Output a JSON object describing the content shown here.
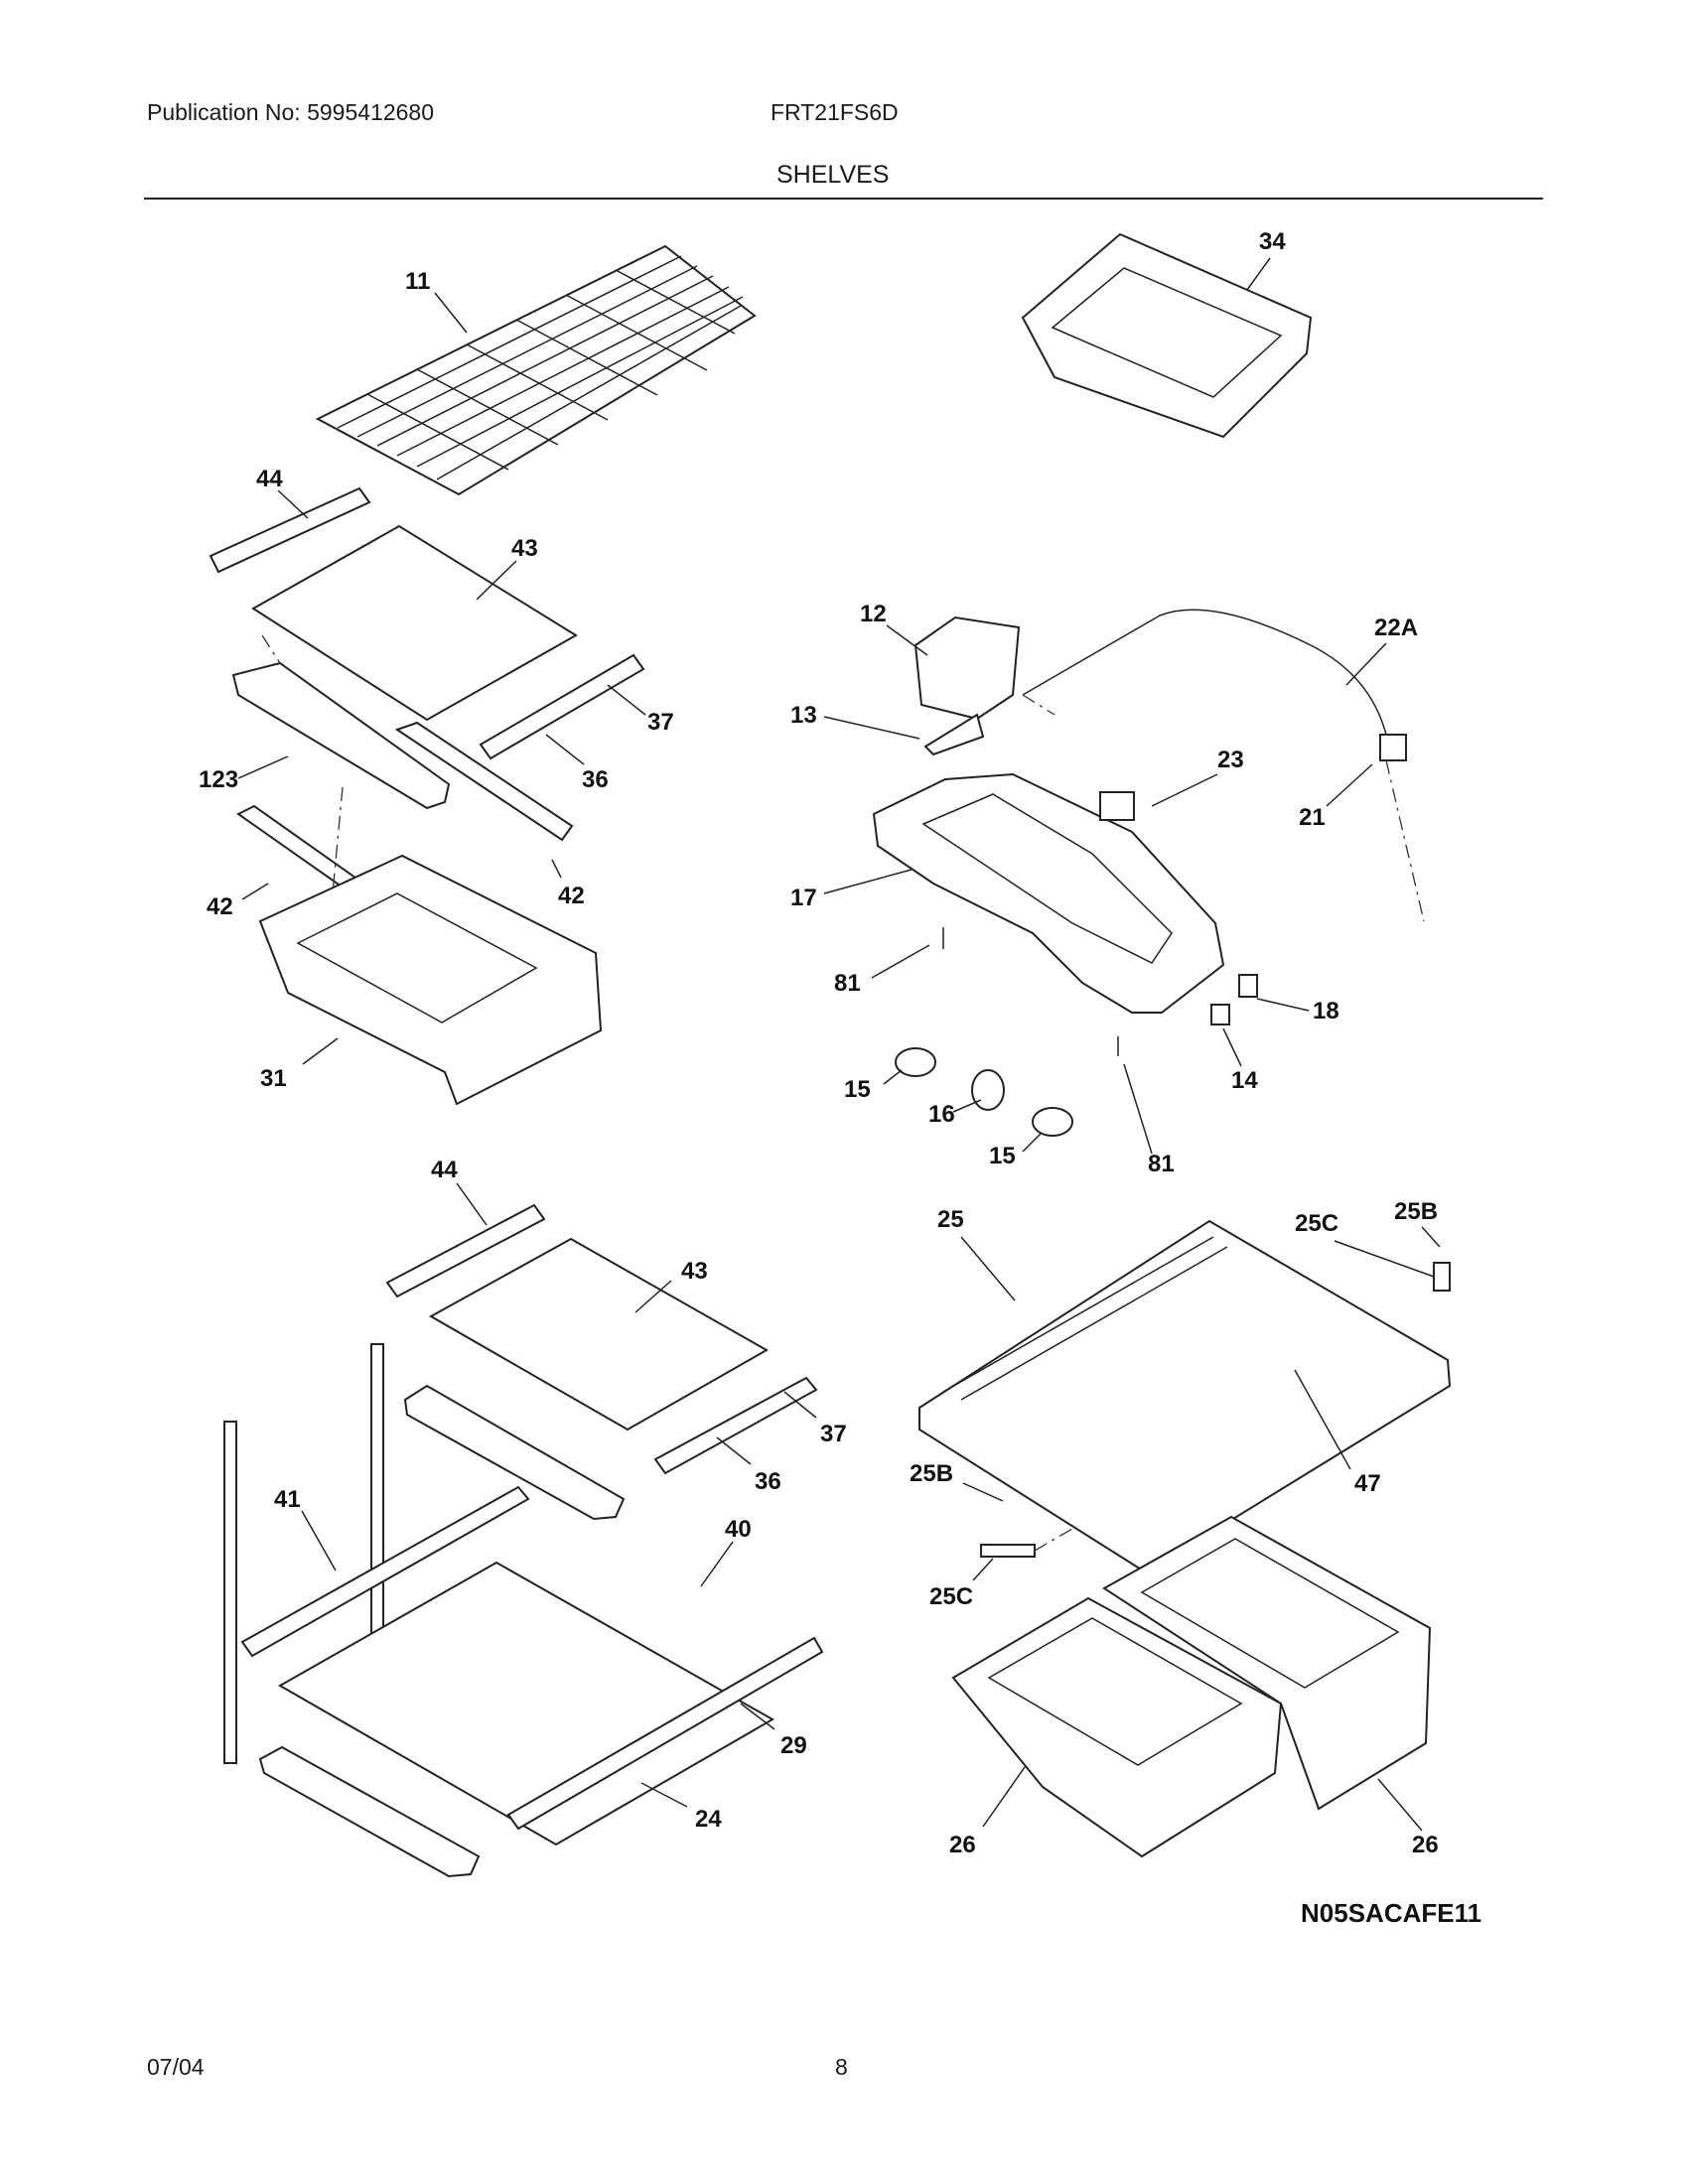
{
  "header": {
    "publication": "Publication No: 5995412680",
    "model": "FRT21FS6D",
    "section_title": "SHELVES"
  },
  "footer": {
    "date": "07/04",
    "page_number": "8"
  },
  "diagram_code": "N05SACAFE11",
  "callouts": [
    "11",
    "44",
    "43",
    "37",
    "36",
    "123",
    "42",
    "42",
    "31",
    "34",
    "12",
    "22A",
    "13",
    "23",
    "21",
    "17",
    "81",
    "18",
    "15",
    "16",
    "15",
    "81",
    "14",
    "44",
    "43",
    "37",
    "36",
    "41",
    "40",
    "29",
    "24",
    "25",
    "25C",
    "25B",
    "47",
    "25B",
    "25C",
    "26",
    "26"
  ]
}
